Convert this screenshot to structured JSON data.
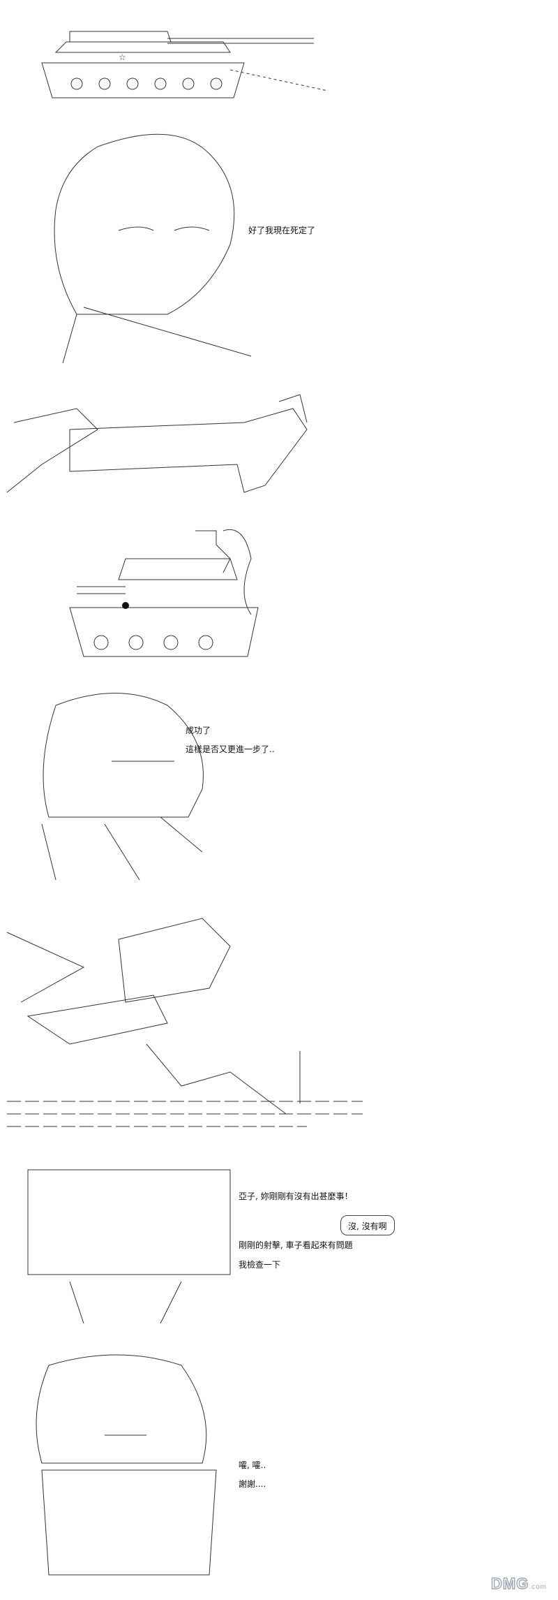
{
  "panels": [
    {
      "id": "tank-top",
      "captions": []
    },
    {
      "id": "girl-1",
      "captions": [
        "好了我現在死定了"
      ]
    },
    {
      "id": "gun-barrel",
      "captions": []
    },
    {
      "id": "tank-fire",
      "captions": []
    },
    {
      "id": "girl-2",
      "captions": [
        "成功了",
        "這樣是否又更進一步了.."
      ]
    },
    {
      "id": "explosion",
      "captions": []
    },
    {
      "id": "girl-3",
      "captions": [
        "亞子, 妳剛剛有沒有出甚麼事！",
        "剛剛的射擊, 車子看起來有問題",
        "我檢查一下"
      ],
      "bubble": "沒, 沒有啊"
    },
    {
      "id": "girl-4",
      "captions": [
        "嚯, 嚯..",
        "謝謝...."
      ]
    }
  ],
  "watermark": {
    "main": "DMG",
    "suffix": ".com"
  }
}
